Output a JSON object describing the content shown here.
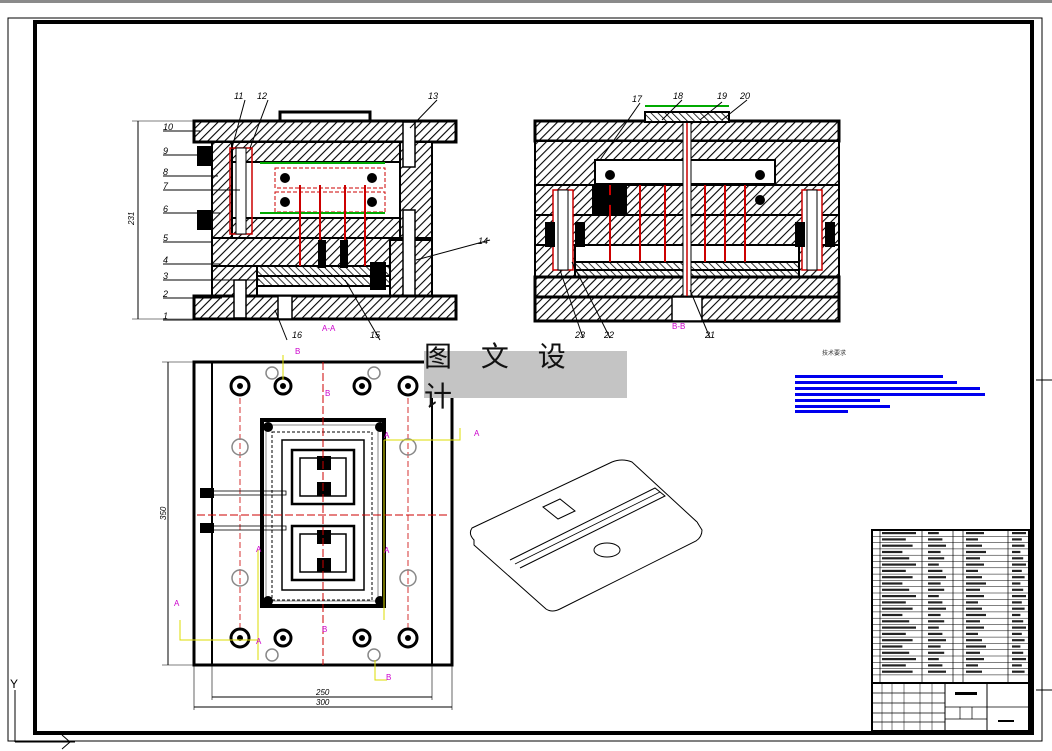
{
  "watermark": "图 文 设 计",
  "section_labels": {
    "aa": "A-A",
    "bb": "B-B"
  },
  "section_markers": {
    "a": "A",
    "b": "B"
  },
  "part_numbers": {
    "left": [
      "10",
      "9",
      "8",
      "7",
      "6",
      "5",
      "4",
      "3",
      "2",
      "1"
    ],
    "top_left": [
      "11",
      "12",
      "13"
    ],
    "right_of_left": [
      "14"
    ],
    "bottom_left": [
      "16",
      "15"
    ],
    "top_right": [
      "17",
      "18",
      "19",
      "20"
    ],
    "bottom_right": [
      "23",
      "22",
      "21"
    ]
  },
  "dimensions": {
    "height": "231",
    "plan_height": "350",
    "plan_inner_width": "250",
    "plan_width": "300"
  },
  "tech_requirements_heading": "技术要求",
  "axis_label": "Y",
  "colors": {
    "line": "#000000",
    "hatch": "#000000",
    "pins": "#cc0000",
    "green": "#00aa00",
    "magenta": "#cc00cc",
    "yellow": "#dddd00",
    "blue": "#0000ee",
    "watermark_bg": "#c4c4c4"
  }
}
